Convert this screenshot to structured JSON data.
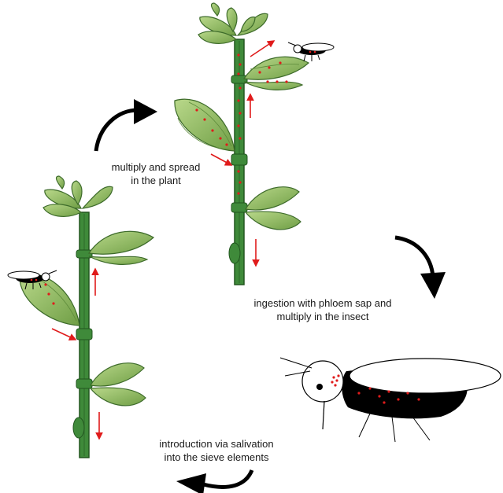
{
  "labels": {
    "spread": [
      "multiply and spread",
      "in the plant"
    ],
    "ingestion": [
      "ingestion with phloem sap and",
      "multiply in the insect"
    ],
    "introduction": [
      "introduction via salivation",
      "into the sieve elements"
    ]
  },
  "colors": {
    "stem": "#3f8a3a",
    "stem_dark": "#22561f",
    "leaf_fill": "#9cc26b",
    "leaf_stroke": "#3d6b2a",
    "pathogen": "#e01b1b",
    "cycle_arrow": "#000000"
  },
  "icons": [
    "cycle-arrow-icon",
    "insect-icon",
    "plant-icon",
    "phloem-flow-arrow-icon"
  ]
}
